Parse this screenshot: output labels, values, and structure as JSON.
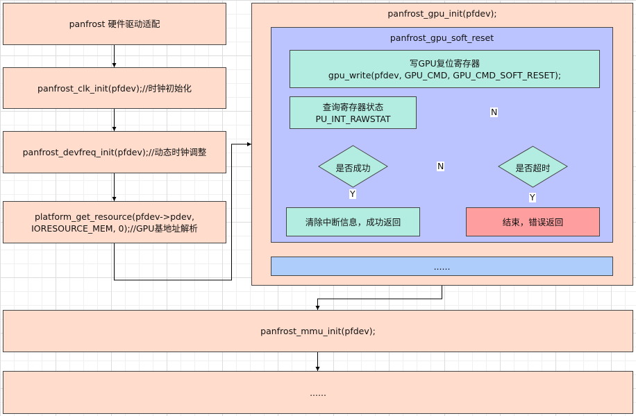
{
  "left_column": {
    "adapt": "panfrost 硬件驱动适配",
    "clk_init": "panfrost_clk_init(pfdev);//时钟初始化",
    "devfreq_init": "panfrost_devfreq_init(pfdev);//动态时钟调整",
    "get_resource_line1": "platform_get_resource(pfdev->pdev,",
    "get_resource_line2": "IORESOURCE_MEM, 0);//GPU基地址解析"
  },
  "gpu_init": {
    "title": "panfrost_gpu_init(pfdev);",
    "soft_reset": {
      "title": "panfrost_gpu_soft_reset",
      "write_line1": "写GPU复位寄存器",
      "write_line2": "gpu_write(pfdev, GPU_CMD, GPU_CMD_SOFT_RESET);",
      "query_line1": "查询寄存器状态",
      "query_line2": "PU_INT_RAWSTAT",
      "decision_success": "是否成功",
      "decision_timeout": "是否超时",
      "clear_success": "清除中断信息，成功返回",
      "end_error": "结束，错误返回",
      "label_n_success": "N",
      "label_n_timeout": "N",
      "label_y_success": "Y",
      "label_y_timeout": "Y"
    },
    "ellipsis": "......"
  },
  "mmu_init": "panfrost_mmu_init(pfdev);",
  "bottom_ellipsis": "......"
}
